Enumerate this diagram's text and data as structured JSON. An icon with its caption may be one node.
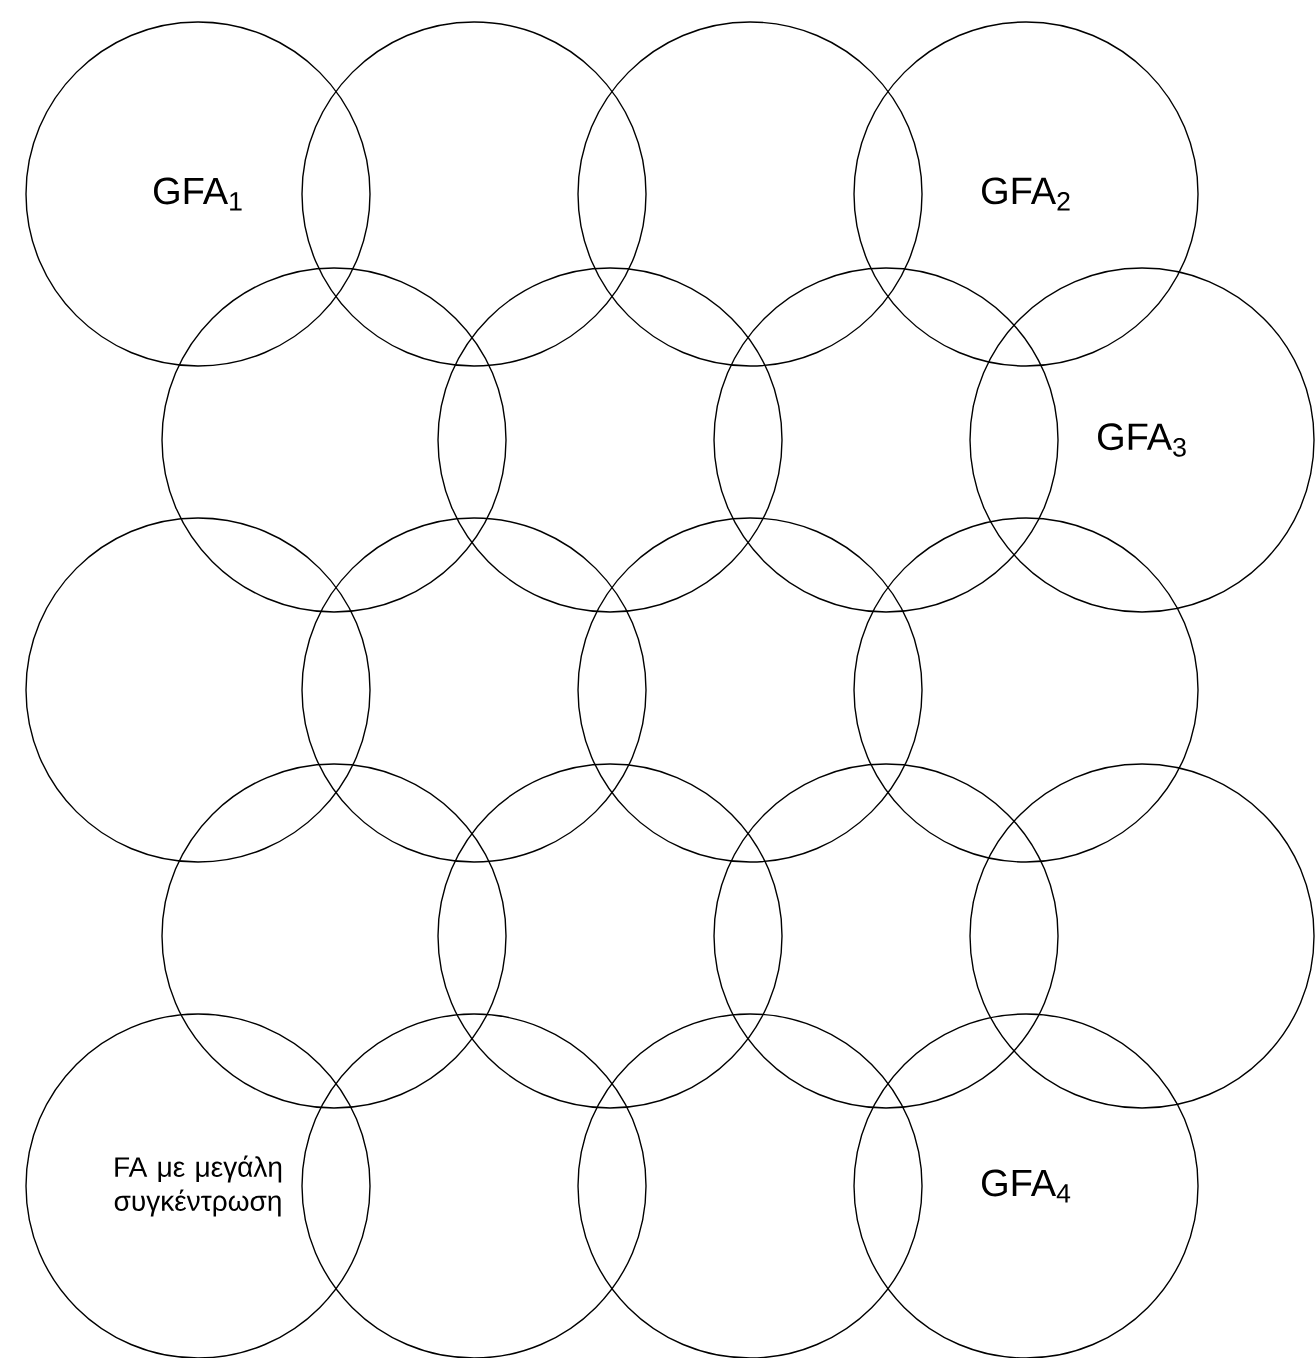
{
  "diagram": {
    "nodes": [
      {
        "text": [
          "GFA$_{1}$"
        ]
      },
      {
        "text": [],
        "shape": "circle"
      },
      {
        "text": [],
        "shape": "circle"
      },
      {
        "text": [
          "GFA$_{2}$"
        ]
      },
      {
        "text": [],
        "shape": "circle"
      },
      {
        "text": [],
        "shape": "circle"
      },
      {
        "text": [],
        "shape": "circle"
      },
      {
        "text": [
          "GFA$_{3}$"
        ]
      },
      {
        "text": [],
        "shape": "circle"
      },
      {
        "text": [],
        "shape": "circle"
      },
      {
        "text": [],
        "shape": "circle"
      },
      {
        "text": [],
        "shape": "circle"
      },
      {
        "text": [],
        "shape": "circle"
      },
      {
        "text": [],
        "shape": "circle"
      },
      {
        "text": [],
        "shape": "circle"
      },
      {
        "text": [],
        "shape": "circle"
      },
      {
        "text": [
          "FA με μεγάλη συγκέντρωση"
        ]
      },
      {
        "text": [],
        "shape": "circle"
      },
      {
        "text": [],
        "shape": "circle"
      },
      {
        "text": [
          "GFA$_{4}$"
        ]
      }
    ]
  }
}
